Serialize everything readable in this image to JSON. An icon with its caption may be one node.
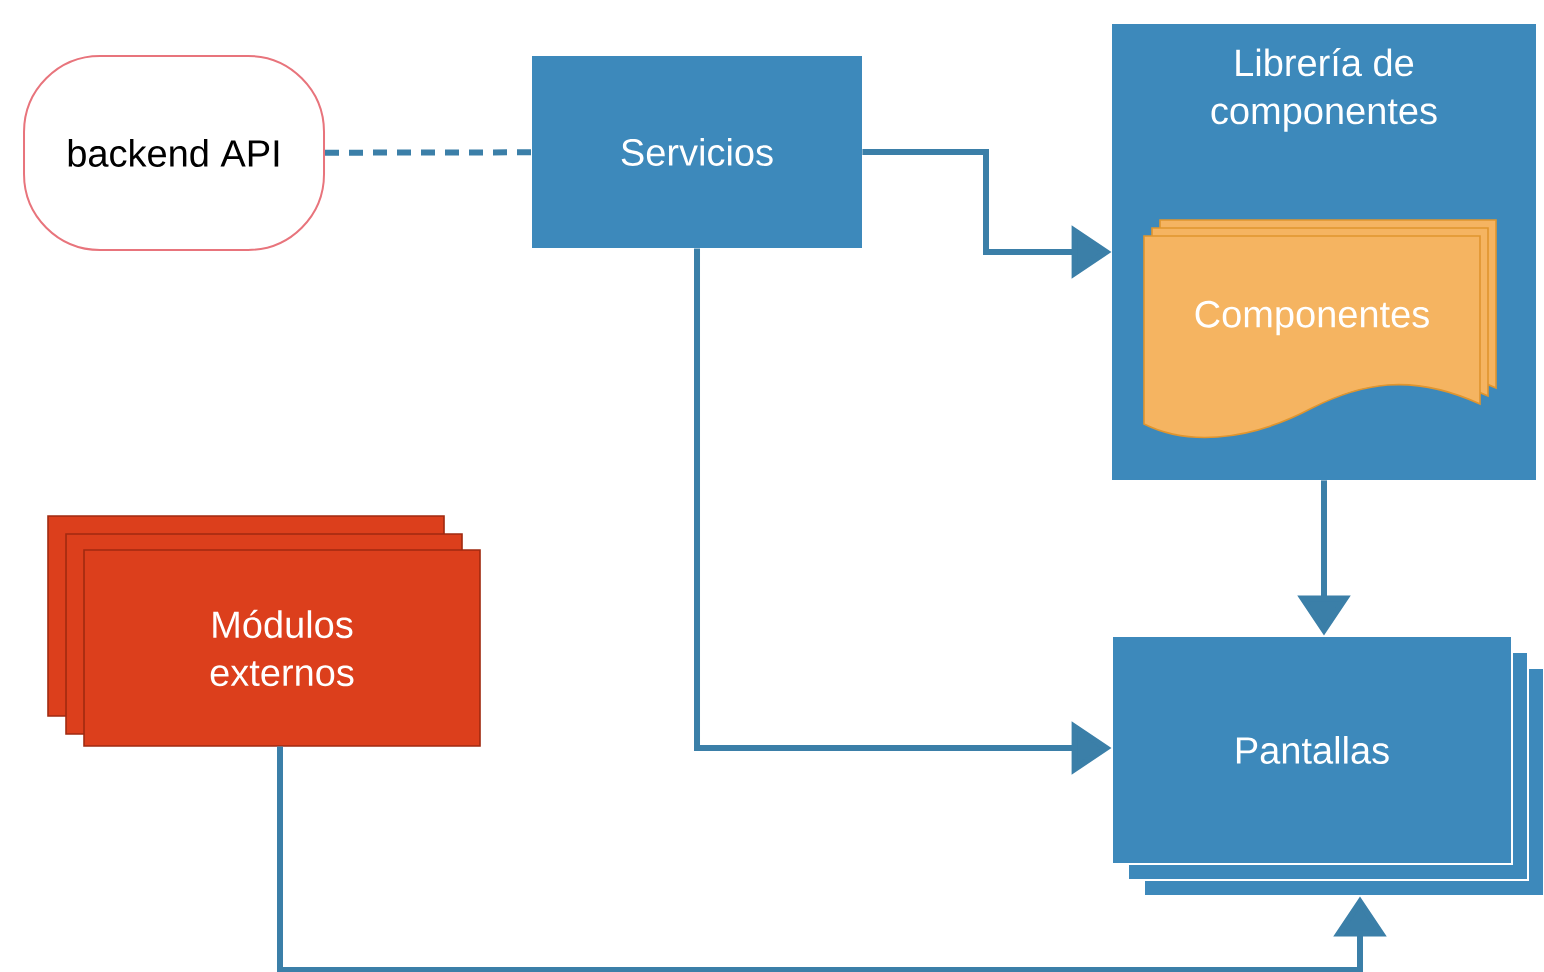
{
  "diagram": {
    "nodes": [
      {
        "text": [
          "backend API"
        ]
      },
      {
        "text": [
          "Servicios"
        ]
      },
      {
        "text": [
          "Librería de componentes"
        ]
      },
      {
        "text": [
          "Componentes"
        ],
        "in": 2
      },
      {
        "text": [
          "Módulos externos"
        ]
      },
      {
        "text": [
          "Pantallas"
        ]
      }
    ],
    "edges": [
      {
        "from": 0,
        "to": 1,
        "arrow": "none",
        "style": "dashed"
      },
      {
        "from": 1,
        "to": 2,
        "arrow": "to"
      },
      {
        "from": 2,
        "to": 5,
        "arrow": "to"
      },
      {
        "from": 1,
        "to": 5,
        "arrow": "to"
      },
      {
        "from": 4,
        "to": 5,
        "arrow": "to"
      }
    ]
  }
}
